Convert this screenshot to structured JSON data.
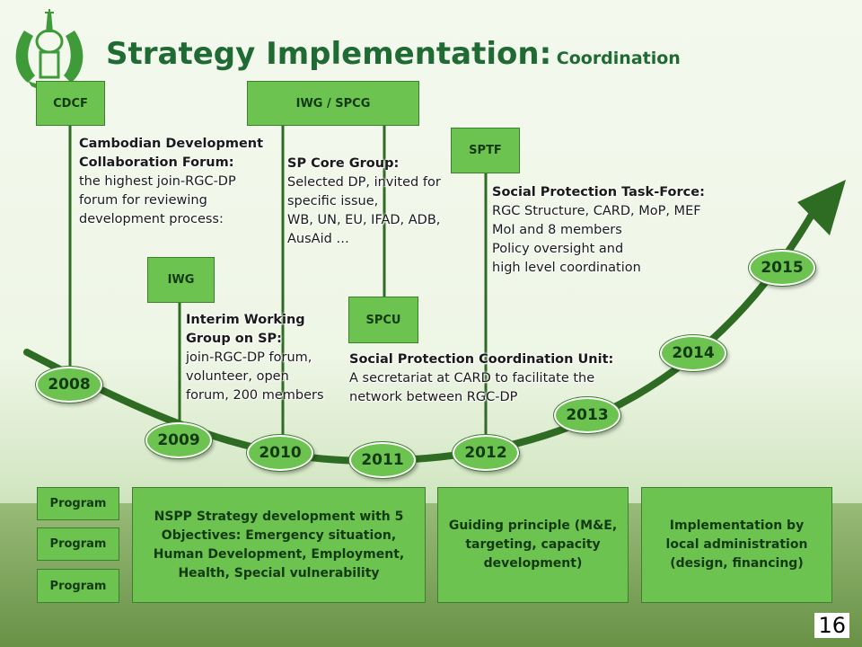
{
  "title": {
    "main": "Strategy Implementation:",
    "sub": "Coordination"
  },
  "top_boxes": {
    "cdcf": "CDCF",
    "iwg_spcg": "IWG / SPCG",
    "sptf": "SPTF",
    "iwg": "IWG",
    "spcu": "SPCU"
  },
  "notes": {
    "cdcf": {
      "heading": [
        "Cambodian Development",
        "Collaboration Forum:"
      ],
      "lines": [
        "the highest join-RGC-DP",
        "forum for reviewing",
        "development process:"
      ]
    },
    "spcore": {
      "heading": [
        "SP Core Group:"
      ],
      "lines": [
        "Selected DP, invited for",
        "specific issue,",
        "WB, UN, EU, IFAD, ADB,",
        "AusAid …"
      ]
    },
    "sptf": {
      "heading": [
        "Social Protection Task-Force:"
      ],
      "lines": [
        "RGC Structure, CARD, MoP, MEF",
        "MoI and 8 members",
        "Policy oversight and",
        "high level coordination"
      ]
    },
    "iwg": {
      "heading": [
        "Interim Working",
        "Group on SP:"
      ],
      "lines": [
        "join-RGC-DP forum,",
        "volunteer, open",
        "forum, 200 members"
      ]
    },
    "spcu": {
      "heading": [
        "Social Protection Coordination Unit:"
      ],
      "lines": [
        "A secretariat at CARD to facilitate the",
        "network between RGC-DP"
      ]
    }
  },
  "years": [
    "2008",
    "2009",
    "2010",
    "2011",
    "2012",
    "2013",
    "2014",
    "2015"
  ],
  "program_label": "Program",
  "bottom_boxes": {
    "nspp": "NSPP Strategy development with 5 Objectives: Emergency situation, Human Development, Employment, Health, Special vulnerability",
    "guiding": "Guiding principle (M&E, targeting, capacity development)",
    "implementation": "Implementation by local administration (design, financing)"
  },
  "page_number": "16",
  "colors": {
    "title_green": "#1f6b33",
    "box_green": "#6cc34f",
    "arrow_green": "#2e6b23"
  }
}
